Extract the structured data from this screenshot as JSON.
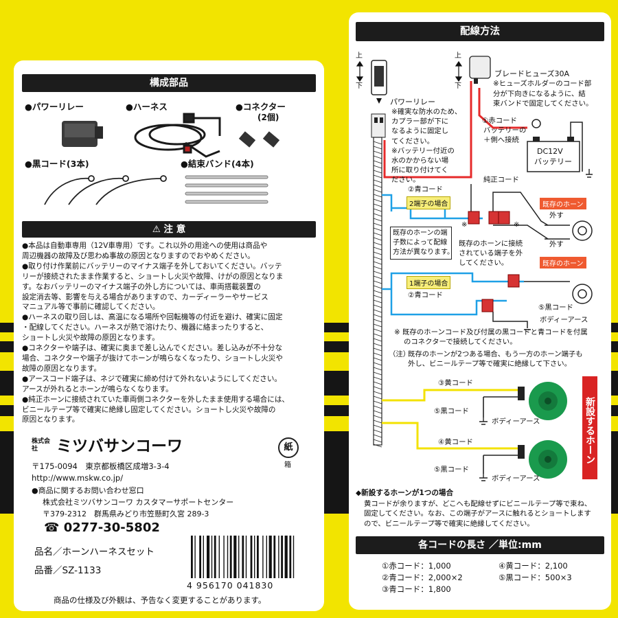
{
  "left": {
    "components_title": "構成部品",
    "components": {
      "relay": "●パワーリレー",
      "harness": "●ハーネス",
      "connector": "●コネクター",
      "connector_qty": "(2個)",
      "black_cord": "●黒コード(3本)",
      "band": "●結束バンド(4本)"
    },
    "caution_title": "注 意",
    "caution_lines": [
      "●本品は自動車専用（12V車専用）です。これ以外の用途への使用は商品や",
      "周辺機器の故障及び思わぬ事故の原因となりますのでおやめください。",
      "●取り付け作業前にバッテリーのマイナス端子を外しておいてください。バッテ",
      "リーが接続されたまま作業すると、ショートし火災や故障、けがの原因となりま",
      "す。なおバッテリーのマイナス端子の外し方については、車両搭載装置の",
      "設定消去等、影響を与える場合がありますので、カーディーラーやサービス",
      "マニュアル等で事前に確認してください。",
      "●ハーネスの取り回しは、高温になる場所や回転機等の付近を避け、確実に固定",
      "・配線してください。ハーネスが熱で溶けたり、機器に絡まったりすると、",
      "ショートし火災や故障の原因となります。",
      "●コネクターや端子は、確実に奥まで差し込んでください。差し込みが不十分な",
      "場合、コネクターや端子が抜けてホーンが鳴らなくなったり、ショートし火災や",
      "故障の原因となります。",
      "●アースコード端子は、ネジで確実に締め付けて外れないようにしてください。",
      "アースが外れるとホーンが鳴らなくなります。",
      "●純正ホーンに接続されていた車両側コネクターを外したまま使用する場合には、",
      "ビニールテープ等で確実に絶縁し固定してください。ショートし火災や故障の",
      "原因となります。"
    ],
    "company_prefix": "株式会社",
    "company_name": "ミツバサンコーワ",
    "address": "〒175-0094　東京都板橋区成増3-3-4",
    "url": "http://www.mskw.co.jp/",
    "recycle_mark": "紙",
    "recycle_label": "箱",
    "inquiry_title": "●商品に関するお問い合わせ窓口",
    "inquiry_company": "株式会社ミツバサンコーワ カスタマーサポートセンター",
    "inquiry_address": "〒379-2312　群馬県みどり市笠懸町久宮 289-3",
    "phone": "☎ 0277-30-5802",
    "product_name": "品名／ホーンハーネスセット",
    "product_number": "品番／SZ-1133",
    "barcode_number": "4 956170 041830",
    "disclaimer": "商品の仕様及び外観は、予告なく変更することがあります。"
  },
  "right": {
    "wiring_title": "配線方法",
    "up": "上",
    "down": "下",
    "relay_label": "パワーリレー",
    "relay_notes": [
      "※確実な防水のため、",
      "カプラー部が下に",
      "なるように固定し",
      "てください。",
      "※バッテリー付近の",
      "水のかからない場",
      "所に取り付けてく",
      "ださい。"
    ],
    "fuse_label": "ブレードヒューズ30A",
    "fuse_notes": [
      "※ヒューズホルダーのコード部",
      "分が下向きになるように、結",
      "束バンドで固定してください。"
    ],
    "red_cord": "①赤コード",
    "red_cord_note1": "バッテリーの",
    "red_cord_note2": "＋側へ接続",
    "battery": "DC12V",
    "battery_label": "バッテリー",
    "blue_cord": "②青コード",
    "oem_cord": "純正コード",
    "two_terminal": "2端子の場合",
    "one_terminal": "1端子の場合",
    "existing_horn": "既存のホーン",
    "remove": "外す",
    "method_note": [
      "既存のホーンの端",
      "子数によって配線",
      "方法が異なります。"
    ],
    "connected_note": [
      "既存のホーンに接続",
      "されている端子を外",
      "してください。"
    ],
    "black_cord": "⑤黒コード",
    "body_earth": "ボディーアース",
    "star_mark": "※",
    "connect_note": "※ 既存のホーンコード及び付属の黒コードと青コードを付属",
    "connect_note2": "のコネクターで接続してください。",
    "note_label": "（注）",
    "note_text1": "既存のホーンが2つある場合、もう一方のホーン端子も",
    "note_text2": "外し、ビニールテープ等で確実に絶縁して下さい。",
    "yellow3": "③黄コード",
    "yellow4": "④黄コード",
    "new_horn_label": "新設するホーン",
    "single_title": "◆新設するホーンが1つの場合",
    "single_lines": [
      "黄コードが余りますが、どこへも配線せずにビニールテープ等で束ね、",
      "固定してください。なお、この端子がアースに触れるとショートします",
      "ので、ビニールテープ等で確実に絶縁してください。"
    ],
    "lengths_title": "各コードの長さ ／単位:mm",
    "lengths": [
      "①赤コード：1,000",
      "④黄コード：2,100",
      "②青コード：2,000×2",
      "⑤黒コード：500×3",
      "③青コード：1,800"
    ]
  },
  "colors": {
    "background": "#f2e400",
    "red": "#e62a2a",
    "blue": "#1ea0e6",
    "yellow": "#f3e200",
    "green": "#1a9a4d",
    "orange": "#ef5a30"
  }
}
